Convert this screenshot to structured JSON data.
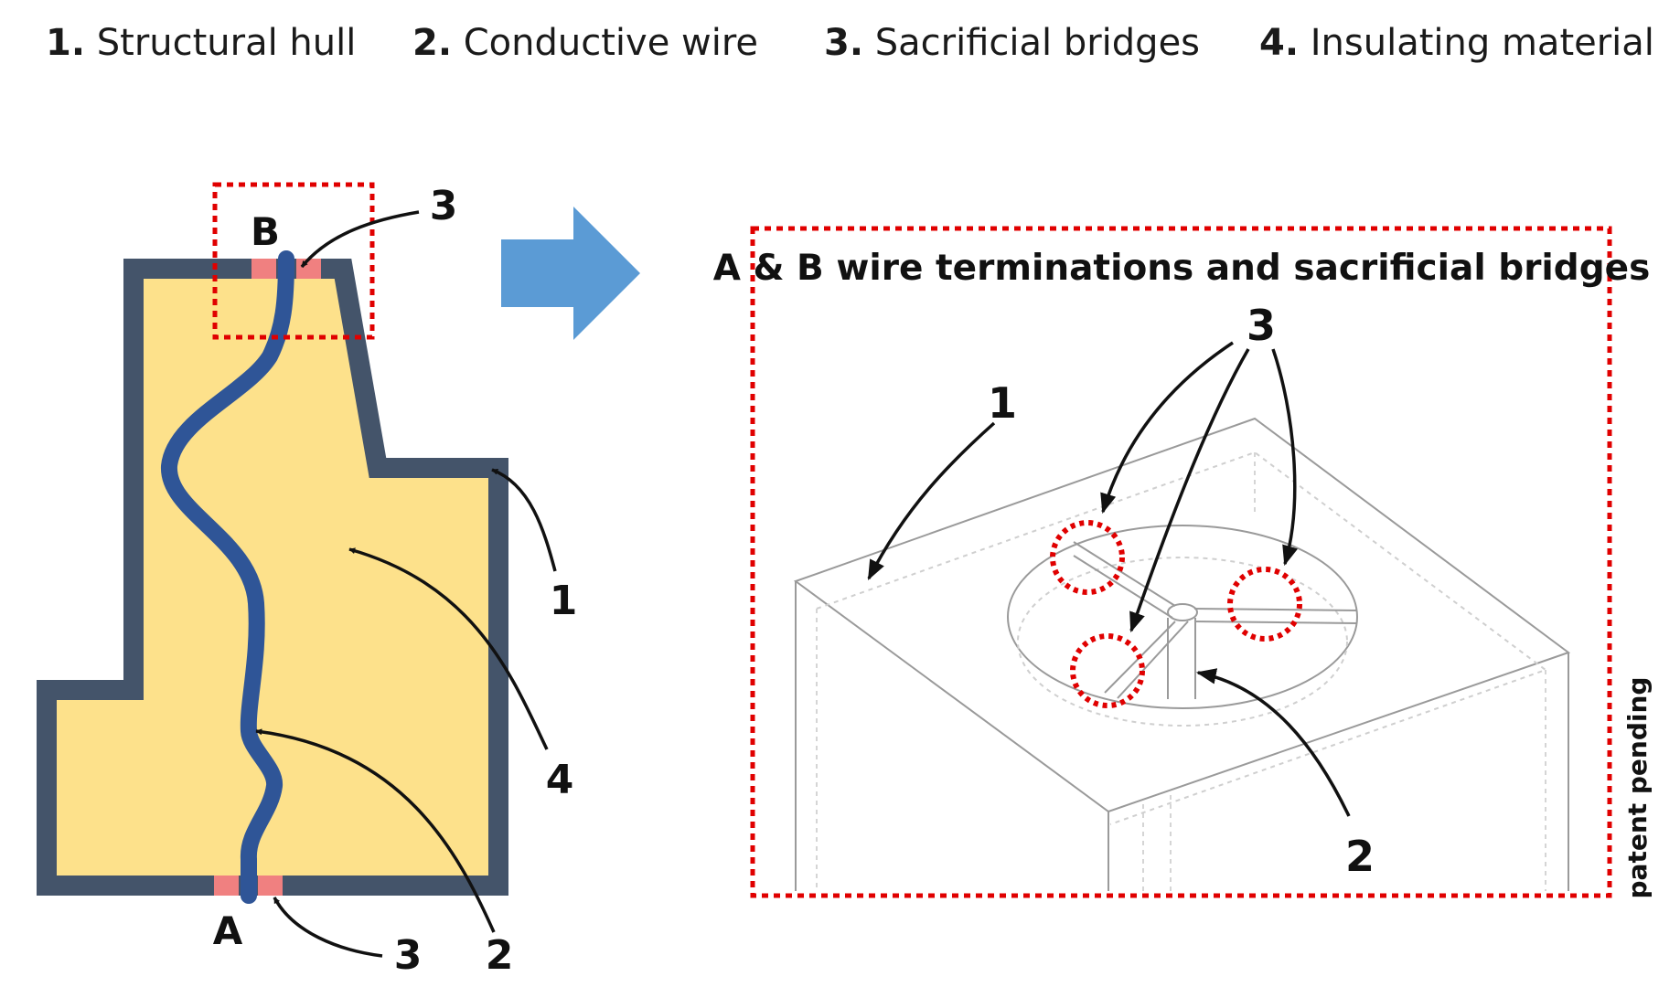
{
  "legend": [
    {
      "number": "1.",
      "label": "Structural hull"
    },
    {
      "number": "2.",
      "label": "Conductive wire"
    },
    {
      "number": "3.",
      "label": "Sacrificial bridges"
    },
    {
      "number": "4.",
      "label": "Insulating material"
    }
  ],
  "left_diagram": {
    "terminal_top": "B",
    "terminal_bottom": "A",
    "callouts": {
      "bridge_top": "3",
      "hull": "1",
      "insulator": "4",
      "bridge_bottom": "3",
      "wire": "2"
    }
  },
  "detail_panel": {
    "title": "A & B wire terminations and sacrificial bridges",
    "callouts": {
      "bridges": "3",
      "hull": "1",
      "wire": "2"
    }
  },
  "side_note": "patent pending",
  "colors": {
    "hull": "#44546a",
    "insulator": "#fde18b",
    "wire": "#2f5597",
    "bridge": "#f08080",
    "highlight": "#e00000",
    "arrow": "#5b9bd5"
  }
}
